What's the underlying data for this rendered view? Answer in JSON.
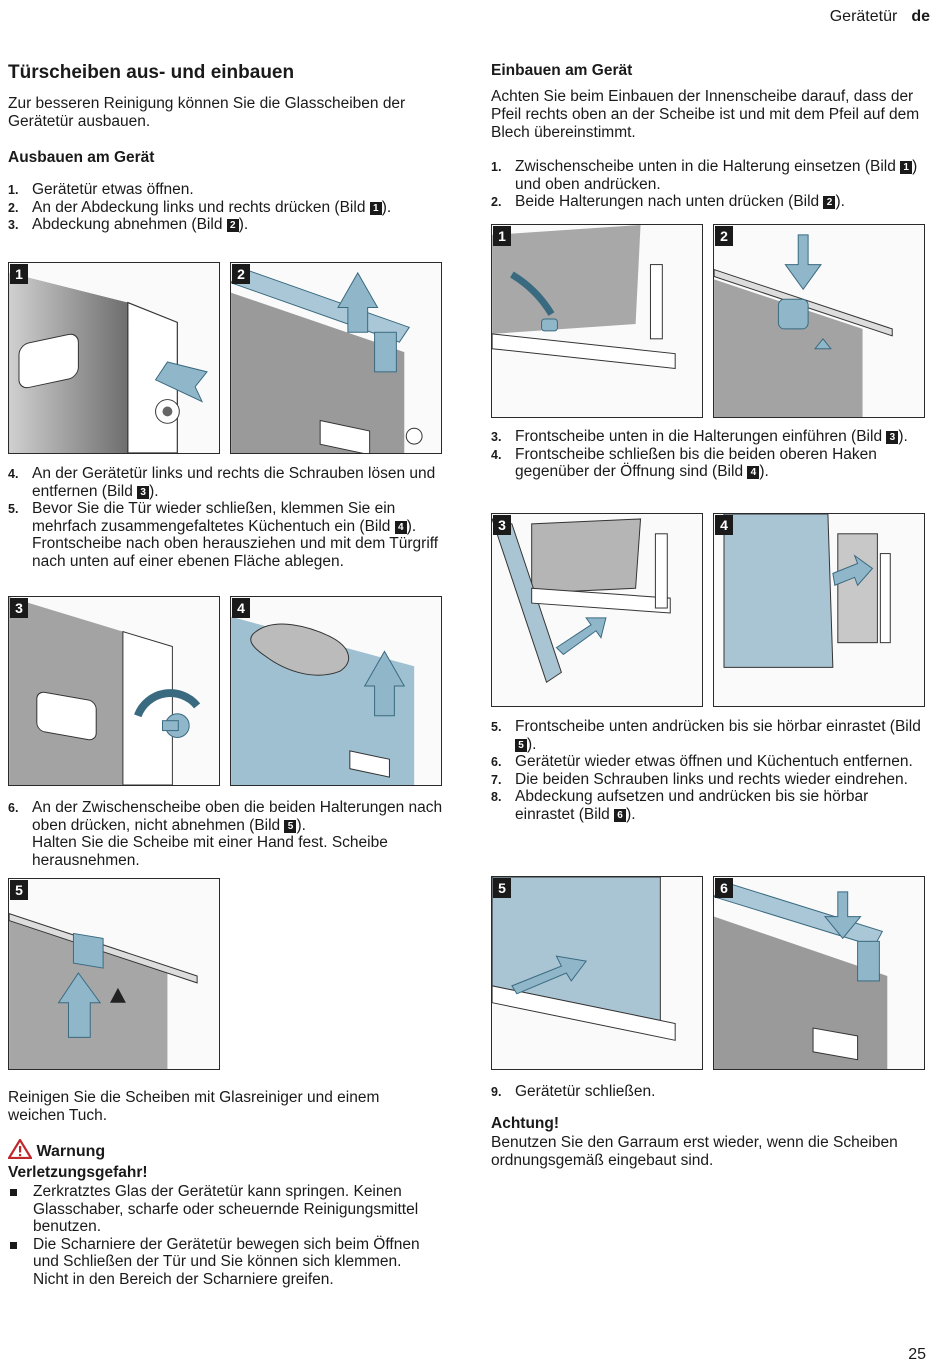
{
  "header": {
    "section": "Gerätetür",
    "lang": "de"
  },
  "left": {
    "title": "Türscheiben aus- und einbauen",
    "intro": "Zur besseren Reinigung können Sie die Glasscheiben der Gerätetür ausbauen.",
    "remove_heading": "Ausbauen am Gerät",
    "steps_a": [
      {
        "num": "1.",
        "text": "Gerätetür etwas öffnen."
      },
      {
        "num": "2.",
        "text": "An der Abdeckung links und rechts drücken (Bild ",
        "ref": "1",
        "after": ")."
      },
      {
        "num": "3.",
        "text": "Abdeckung abnehmen (Bild ",
        "ref": "2",
        "after": ")."
      }
    ],
    "steps_b": [
      {
        "num": "4.",
        "text": "An der Gerätetür links und rechts die Schrauben lösen und entfernen (Bild ",
        "ref": "3",
        "after": ")."
      },
      {
        "num": "5.",
        "text": "Bevor Sie die Tür wieder schließen, klemmen Sie ein mehrfach zusammengefaltetes Küchentuch ein (Bild ",
        "ref": "4",
        "after": ").",
        "extra": "Frontscheibe nach oben herausziehen und mit dem Türgriff nach unten auf einer ebenen Fläche ablegen."
      }
    ],
    "steps_c": [
      {
        "num": "6.",
        "text": "An der Zwischenscheibe oben die beiden Halterungen nach oben drücken, nicht abnehmen (Bild ",
        "ref": "5",
        "after": ").",
        "extra": "Halten Sie die Scheibe mit einer Hand fest. Scheibe herausnehmen."
      }
    ],
    "clean_note": "Reinigen Sie die Scheiben mit Glasreiniger und einem weichen Tuch.",
    "warning_label": "Warnung",
    "warning_title": "Verletzungsgefahr!",
    "warning_items": [
      "Zerkratztes Glas der Gerätetür kann springen. Keinen Glasschaber, scharfe oder scheuernde Reinigungsmittel benutzen.",
      "Die Scharniere der Gerätetür bewegen sich beim Öffnen und Schließen der Tür und Sie können sich klemmen. Nicht in den Bereich der Scharniere greifen."
    ]
  },
  "right": {
    "install_heading": "Einbauen am Gerät",
    "install_intro": "Achten Sie beim Einbauen der Innenscheibe darauf, dass der Pfeil rechts oben an der Scheibe ist und mit dem Pfeil auf dem Blech übereinstimmt.",
    "steps_a": [
      {
        "num": "1.",
        "text": "Zwischenscheibe unten in die Halterung einsetzen (Bild ",
        "ref": "1",
        "after": ") und oben andrücken."
      },
      {
        "num": "2.",
        "text": "Beide Halterungen nach unten drücken (Bild ",
        "ref": "2",
        "after": ")."
      }
    ],
    "steps_b": [
      {
        "num": "3.",
        "text": "Frontscheibe unten in die Halterungen einführen (Bild ",
        "ref": "3",
        "after": ")."
      },
      {
        "num": "4.",
        "text": "Frontscheibe schließen bis die beiden oberen Haken gegenüber der Öffnung sind (Bild ",
        "ref": "4",
        "after": ")."
      }
    ],
    "steps_c": [
      {
        "num": "5.",
        "text": "Frontscheibe unten andrücken bis sie hörbar einrastet (Bild ",
        "ref": "5",
        "after": ")."
      },
      {
        "num": "6.",
        "text": "Gerätetür wieder etwas öffnen und Küchentuch entfernen."
      },
      {
        "num": "7.",
        "text": "Die beiden Schrauben links und rechts wieder eindrehen."
      },
      {
        "num": "8.",
        "text": "Abdeckung aufsetzen und andrücken bis sie hörbar einrastet (Bild ",
        "ref": "6",
        "after": ")."
      }
    ],
    "steps_d": [
      {
        "num": "9.",
        "text": "Gerätetür schließen."
      }
    ],
    "caution_title": "Achtung!",
    "caution_text": "Benutzen Sie den Garraum erst wieder, wenn die Scheiben ordnungsgemäß eingebaut sind."
  },
  "figures": {
    "left": [
      "1",
      "2",
      "3",
      "4",
      "5"
    ],
    "right": [
      "1",
      "2",
      "3",
      "4",
      "5",
      "6"
    ]
  },
  "footer": {
    "page": "25"
  }
}
